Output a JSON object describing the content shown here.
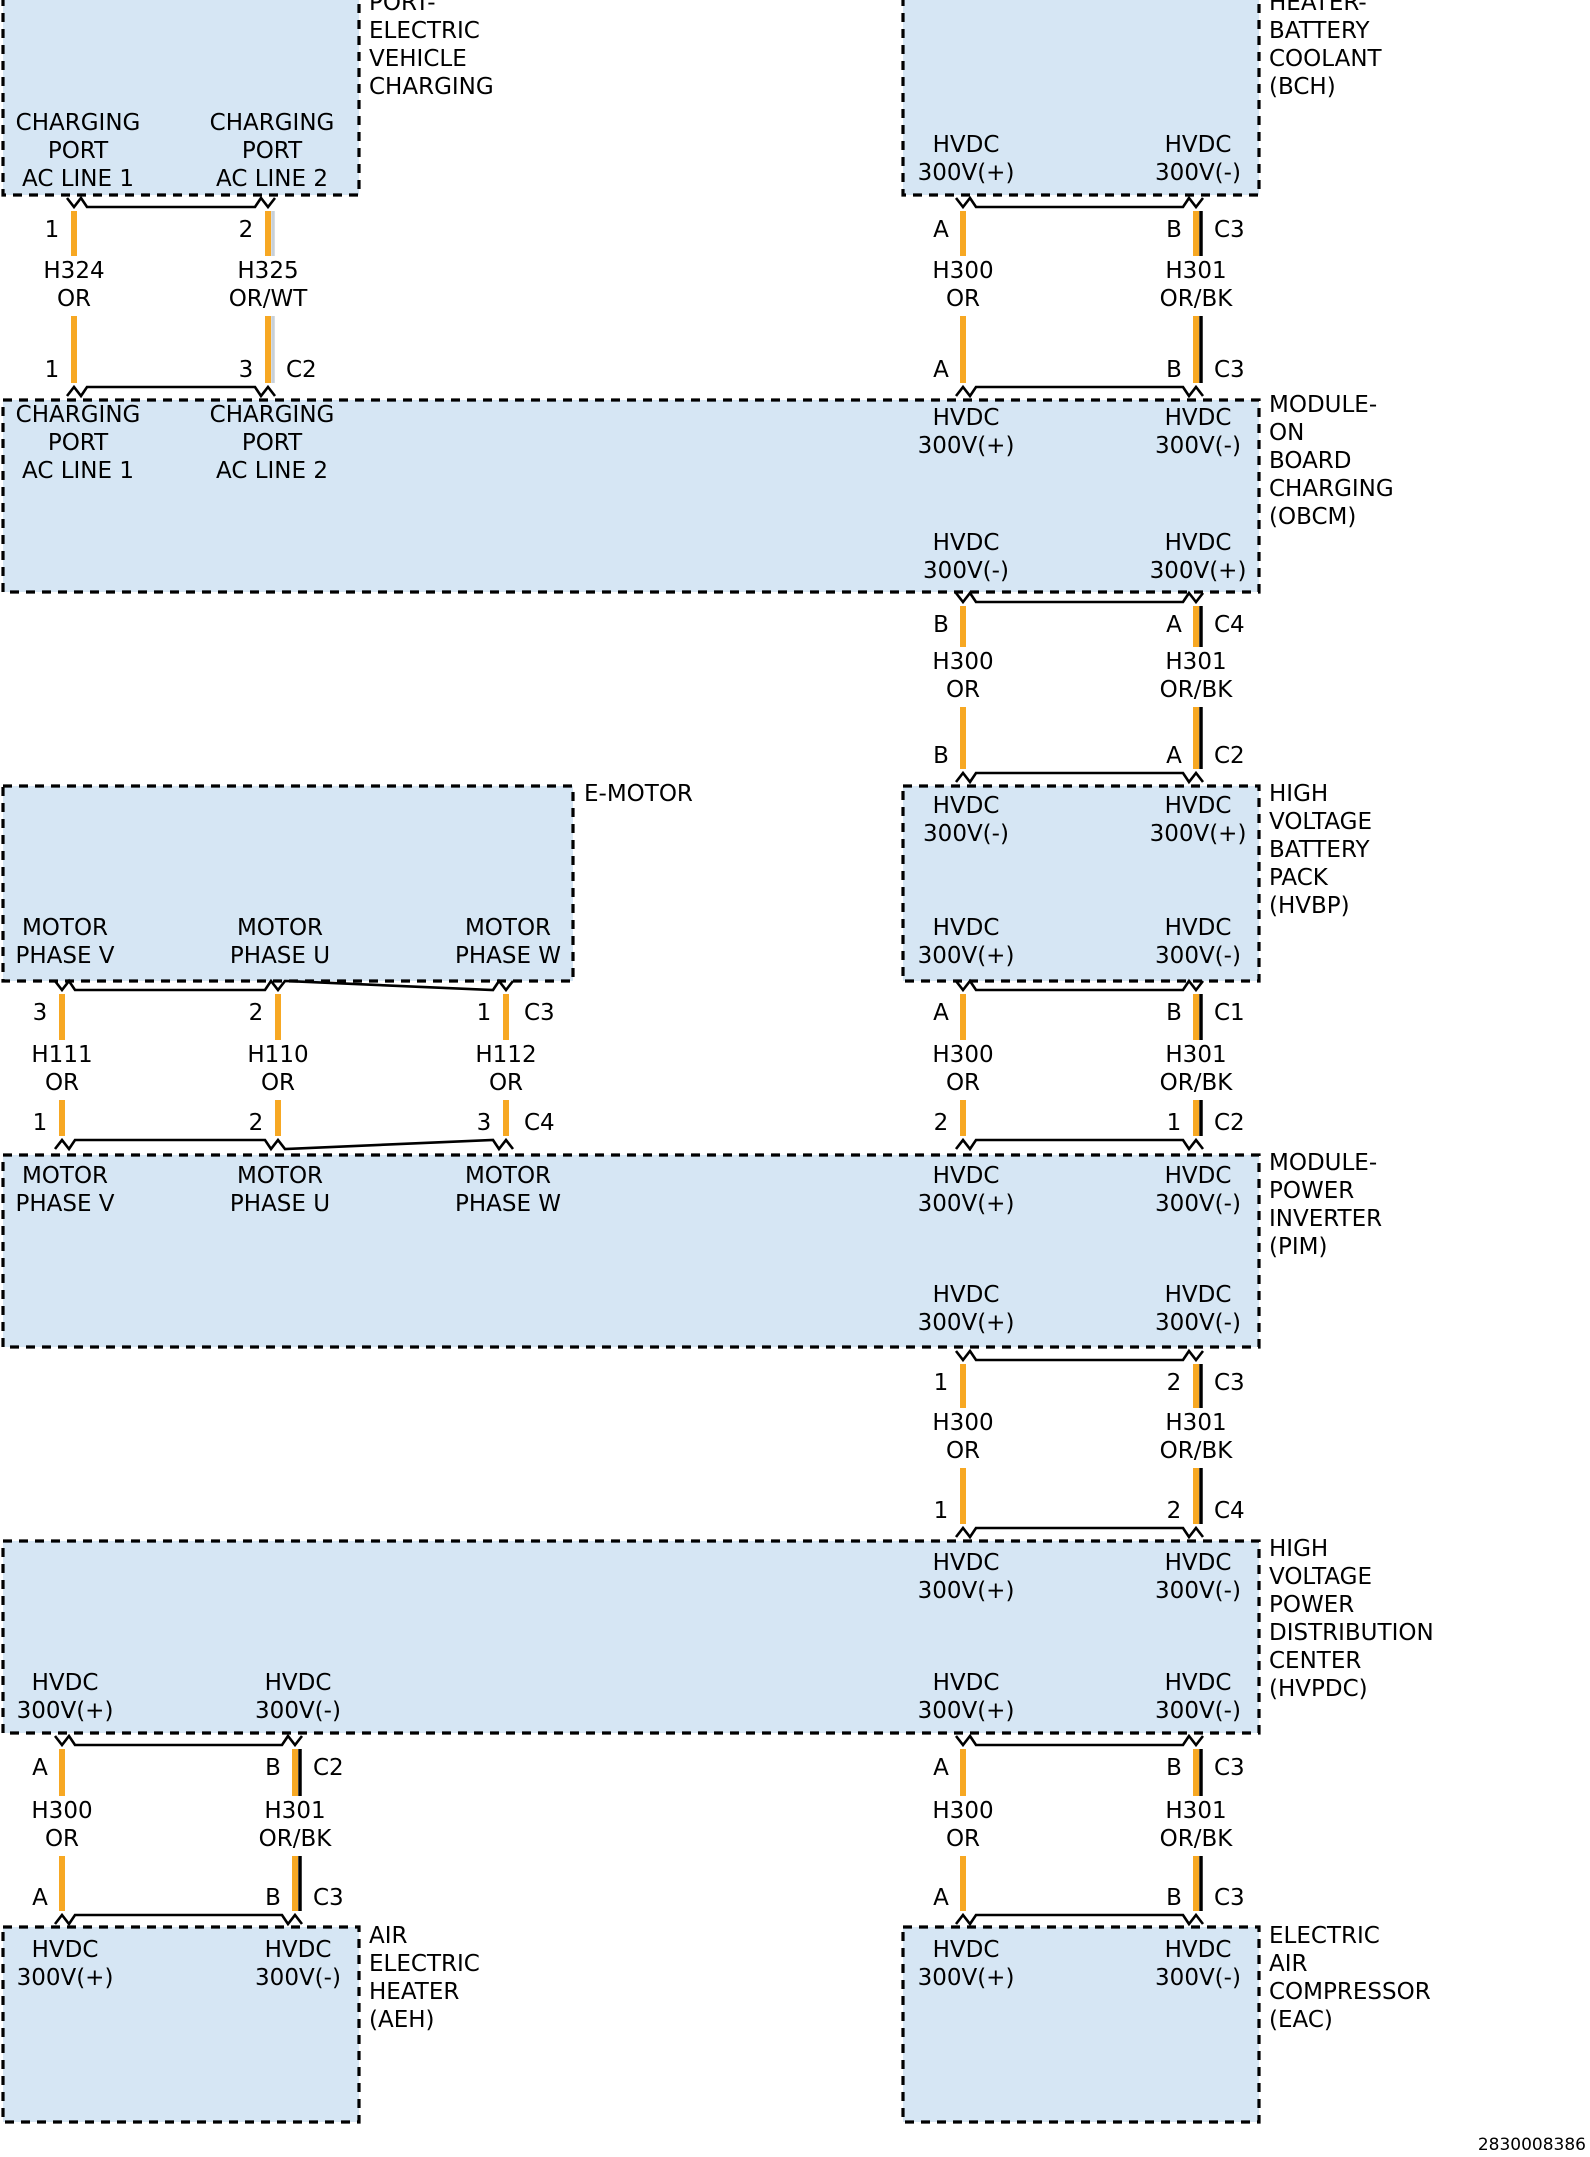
{
  "components": [
    {
      "id": "port-evc",
      "name": "port-electric-vehicle-charging-box",
      "label": [
        "PORT-",
        "ELECTRIC",
        "VEHICLE",
        "CHARGING"
      ],
      "pins": [
        {
          "name": "charging-port-ac-line-1",
          "lines": [
            "CHARGING",
            "PORT",
            "AC LINE 1"
          ]
        },
        {
          "name": "charging-port-ac-line-2",
          "lines": [
            "CHARGING",
            "PORT",
            "AC LINE 2"
          ]
        }
      ]
    },
    {
      "id": "bch",
      "name": "heater-battery-coolant-box",
      "label": [
        "HEATER-",
        "BATTERY",
        "COOLANT",
        "(BCH)"
      ],
      "pins": [
        {
          "name": "hvdc-positive",
          "lines": [
            "HVDC",
            "300V(+)"
          ]
        },
        {
          "name": "hvdc-negative",
          "lines": [
            "HVDC",
            "300V(-)"
          ]
        }
      ]
    },
    {
      "id": "obcm",
      "name": "module-on-board-charging-box",
      "label": [
        "MODULE-",
        "ON",
        "BOARD",
        "CHARGING",
        "(OBCM)"
      ],
      "pins": [
        {
          "name": "charging-port-ac-line-1",
          "lines": [
            "CHARGING",
            "PORT",
            "AC LINE 1"
          ]
        },
        {
          "name": "charging-port-ac-line-2",
          "lines": [
            "CHARGING",
            "PORT",
            "AC LINE 2"
          ]
        },
        {
          "name": "hvdc-positive-top",
          "lines": [
            "HVDC",
            "300V(+)"
          ]
        },
        {
          "name": "hvdc-negative-top",
          "lines": [
            "HVDC",
            "300V(-)"
          ]
        },
        {
          "name": "hvdc-negative-bottom",
          "lines": [
            "HVDC",
            "300V(-)"
          ]
        },
        {
          "name": "hvdc-positive-bottom",
          "lines": [
            "HVDC",
            "300V(+)"
          ]
        }
      ]
    },
    {
      "id": "emotor",
      "name": "e-motor-box",
      "label": [
        "E-MOTOR"
      ],
      "pins": [
        {
          "name": "motor-phase-v",
          "lines": [
            "MOTOR",
            "PHASE V"
          ]
        },
        {
          "name": "motor-phase-u",
          "lines": [
            "MOTOR",
            "PHASE U"
          ]
        },
        {
          "name": "motor-phase-w",
          "lines": [
            "MOTOR",
            "PHASE W"
          ]
        }
      ]
    },
    {
      "id": "hvbp",
      "name": "high-voltage-battery-pack-box",
      "label": [
        "HIGH",
        "VOLTAGE",
        "BATTERY",
        "PACK",
        "(HVBP)"
      ],
      "pins": [
        {
          "name": "hvdc-negative-top",
          "lines": [
            "HVDC",
            "300V(-)"
          ]
        },
        {
          "name": "hvdc-positive-top",
          "lines": [
            "HVDC",
            "300V(+)"
          ]
        },
        {
          "name": "hvdc-positive-bottom",
          "lines": [
            "HVDC",
            "300V(+)"
          ]
        },
        {
          "name": "hvdc-negative-bottom",
          "lines": [
            "HVDC",
            "300V(-)"
          ]
        }
      ]
    },
    {
      "id": "pim",
      "name": "module-power-inverter-box",
      "label": [
        "MODULE-",
        "POWER",
        "INVERTER",
        "(PIM)"
      ],
      "pins": [
        {
          "name": "motor-phase-v",
          "lines": [
            "MOTOR",
            "PHASE V"
          ]
        },
        {
          "name": "motor-phase-u",
          "lines": [
            "MOTOR",
            "PHASE U"
          ]
        },
        {
          "name": "motor-phase-w",
          "lines": [
            "MOTOR",
            "PHASE W"
          ]
        },
        {
          "name": "hvdc-positive-top",
          "lines": [
            "HVDC",
            "300V(+)"
          ]
        },
        {
          "name": "hvdc-negative-top",
          "lines": [
            "HVDC",
            "300V(-)"
          ]
        },
        {
          "name": "hvdc-positive-bottom",
          "lines": [
            "HVDC",
            "300V(+)"
          ]
        },
        {
          "name": "hvdc-negative-bottom",
          "lines": [
            "HVDC",
            "300V(-)"
          ]
        }
      ]
    },
    {
      "id": "hvpdc",
      "name": "high-voltage-power-distribution-center-box",
      "label": [
        "HIGH",
        "VOLTAGE",
        "POWER",
        "DISTRIBUTION",
        "CENTER",
        "(HVPDC)"
      ],
      "pins": [
        {
          "name": "hvdc-positive-top",
          "lines": [
            "HVDC",
            "300V(+)"
          ]
        },
        {
          "name": "hvdc-negative-top",
          "lines": [
            "HVDC",
            "300V(-)"
          ]
        },
        {
          "name": "hvdc-positive-left",
          "lines": [
            "HVDC",
            "300V(+)"
          ]
        },
        {
          "name": "hvdc-negative-left",
          "lines": [
            "HVDC",
            "300V(-)"
          ]
        },
        {
          "name": "hvdc-positive-right",
          "lines": [
            "HVDC",
            "300V(+)"
          ]
        },
        {
          "name": "hvdc-negative-right",
          "lines": [
            "HVDC",
            "300V(-)"
          ]
        }
      ]
    },
    {
      "id": "aeh",
      "name": "air-electric-heater-box",
      "label": [
        "AIR",
        "ELECTRIC",
        "HEATER",
        "(AEH)"
      ],
      "pins": [
        {
          "name": "hvdc-positive",
          "lines": [
            "HVDC",
            "300V(+)"
          ]
        },
        {
          "name": "hvdc-negative",
          "lines": [
            "HVDC",
            "300V(-)"
          ]
        }
      ]
    },
    {
      "id": "eac",
      "name": "electric-air-compressor-box",
      "label": [
        "ELECTRIC",
        "AIR",
        "COMPRESSOR",
        "(EAC)"
      ],
      "pins": [
        {
          "name": "hvdc-positive",
          "lines": [
            "HVDC",
            "300V(+)"
          ]
        },
        {
          "name": "hvdc-negative",
          "lines": [
            "HVDC",
            "300V(-)"
          ]
        }
      ]
    }
  ],
  "wires": [
    {
      "circuit": "H324",
      "color_code": "OR",
      "from_pin": "1",
      "to_pin": "1",
      "from_connector": "",
      "to_connector": ""
    },
    {
      "circuit": "H325",
      "color_code": "OR/WT",
      "from_pin": "2",
      "to_pin": "3",
      "from_connector": "",
      "to_connector": "C2"
    },
    {
      "circuit": "H300",
      "color_code": "OR",
      "from_pin": "A",
      "to_pin": "A",
      "from_connector": "",
      "to_connector": ""
    },
    {
      "circuit": "H301",
      "color_code": "OR/BK",
      "from_pin": "B",
      "to_pin": "B",
      "from_connector": "C3",
      "to_connector": "C3"
    },
    {
      "circuit": "H300",
      "color_code": "OR",
      "from_pin": "B",
      "to_pin": "B",
      "from_connector": "",
      "to_connector": ""
    },
    {
      "circuit": "H301",
      "color_code": "OR/BK",
      "from_pin": "A",
      "to_pin": "A",
      "from_connector": "C4",
      "to_connector": "C2"
    },
    {
      "circuit": "H111",
      "color_code": "OR",
      "from_pin": "3",
      "to_pin": "1",
      "from_connector": "",
      "to_connector": ""
    },
    {
      "circuit": "H110",
      "color_code": "OR",
      "from_pin": "2",
      "to_pin": "2",
      "from_connector": "",
      "to_connector": ""
    },
    {
      "circuit": "H112",
      "color_code": "OR",
      "from_pin": "1",
      "to_pin": "3",
      "from_connector": "C3",
      "to_connector": "C4"
    },
    {
      "circuit": "H300",
      "color_code": "OR",
      "from_pin": "A",
      "to_pin": "2",
      "from_connector": "",
      "to_connector": ""
    },
    {
      "circuit": "H301",
      "color_code": "OR/BK",
      "from_pin": "B",
      "to_pin": "1",
      "from_connector": "C1",
      "to_connector": "C2"
    },
    {
      "circuit": "H300",
      "color_code": "OR",
      "from_pin": "1",
      "to_pin": "1",
      "from_connector": "",
      "to_connector": ""
    },
    {
      "circuit": "H301",
      "color_code": "OR/BK",
      "from_pin": "2",
      "to_pin": "2",
      "from_connector": "C3",
      "to_connector": "C4"
    },
    {
      "circuit": "H300",
      "color_code": "OR",
      "from_pin": "A",
      "to_pin": "A",
      "from_connector": "",
      "to_connector": ""
    },
    {
      "circuit": "H301",
      "color_code": "OR/BK",
      "from_pin": "B",
      "to_pin": "B",
      "from_connector": "C2",
      "to_connector": "C3"
    },
    {
      "circuit": "H300",
      "color_code": "OR",
      "from_pin": "A",
      "to_pin": "A",
      "from_connector": "",
      "to_connector": ""
    },
    {
      "circuit": "H301",
      "color_code": "OR/BK",
      "from_pin": "B",
      "to_pin": "B",
      "from_connector": "C3",
      "to_connector": "C3"
    }
  ],
  "figure_id": "2830008386",
  "colors": {
    "component_fill": "#d6e6f4",
    "wire_orange": "#f7a823",
    "wire_black_tracer": "#000000",
    "wire_white_tracer": "#c8d0d8"
  }
}
